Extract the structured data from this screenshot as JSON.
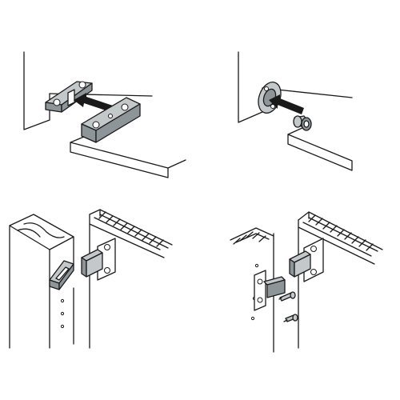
{
  "colors": {
    "background": "#ffffff",
    "line": "#1a1a1a",
    "metal_dark": "#8e9599",
    "metal_light": "#c3c8cb"
  },
  "panels": [
    {
      "name": "panel-top-left-step",
      "icons": [
        "mounting-plate-icon",
        "connector-block-icon",
        "insert-arrow-icon"
      ]
    },
    {
      "name": "panel-top-right-step",
      "icons": [
        "disc-fitting-icon",
        "dowel-pin-icon",
        "insert-arrow-icon"
      ]
    },
    {
      "name": "panel-bottom-left-step",
      "icons": [
        "door-panel-icon",
        "hinge-bracket-icon",
        "frame-icon"
      ]
    },
    {
      "name": "panel-bottom-right-step",
      "icons": [
        "hinge-bracket-icon",
        "screw-icon",
        "frame-icon"
      ]
    }
  ]
}
